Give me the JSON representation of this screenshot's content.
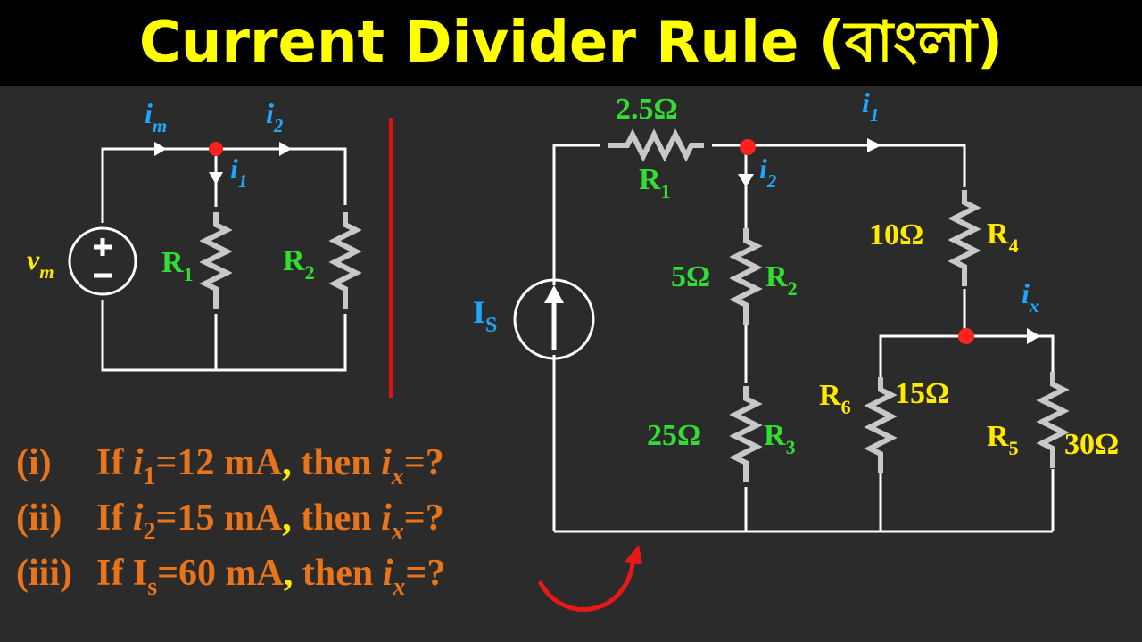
{
  "title": "Current Divider Rule (বাংলা)",
  "colors": {
    "title": "#ffff00",
    "background": "#2b2b2b",
    "banner": "#000000",
    "current_label": "#1ea7ff",
    "resistor_label": "#33dd33",
    "value_label": "#ffea00",
    "question": "#e8741c",
    "node": "#ff2020",
    "arrow": "#e81818"
  },
  "left_circuit": {
    "source_symbol": "v",
    "source_sub": "m",
    "currents": [
      {
        "sym": "i",
        "sub": "m"
      },
      {
        "sym": "i",
        "sub": "2"
      },
      {
        "sym": "i",
        "sub": "1"
      }
    ],
    "resistors": [
      {
        "sym": "R",
        "sub": "1"
      },
      {
        "sym": "R",
        "sub": "2"
      }
    ]
  },
  "right_circuit": {
    "source_symbol": "I",
    "source_sub": "S",
    "currents": [
      {
        "sym": "i",
        "sub": "1"
      },
      {
        "sym": "i",
        "sub": "2"
      },
      {
        "sym": "i",
        "sub": "x"
      }
    ],
    "resistors": [
      {
        "sym": "R",
        "sub": "1",
        "value": "2.5Ω"
      },
      {
        "sym": "R",
        "sub": "2",
        "value": "5Ω"
      },
      {
        "sym": "R",
        "sub": "3",
        "value": "25Ω"
      },
      {
        "sym": "R",
        "sub": "4",
        "value": "10Ω"
      },
      {
        "sym": "R",
        "sub": "5",
        "value": "30Ω"
      },
      {
        "sym": "R",
        "sub": "6",
        "value": "15Ω"
      }
    ]
  },
  "questions": [
    {
      "num": "(i)",
      "pre": "If ",
      "sym": "i",
      "sub": "1",
      "val": "=12 mA",
      "comma": ",",
      "mid": " then ",
      "t_sym": "i",
      "t_sub": "x",
      "end": "=?"
    },
    {
      "num": "(ii)",
      "pre": "If ",
      "sym": "i",
      "sub": "2",
      "val": "=15 mA",
      "comma": ",",
      "mid": " then ",
      "t_sym": "i",
      "t_sub": "x",
      "end": "=?"
    },
    {
      "num": "(iii)",
      "pre": "If ",
      "sym": "I",
      "sub": "s",
      "val": "=60 mA",
      "comma": ",",
      "mid": " then ",
      "t_sym": "i",
      "t_sub": "x",
      "end": "=?"
    }
  ]
}
